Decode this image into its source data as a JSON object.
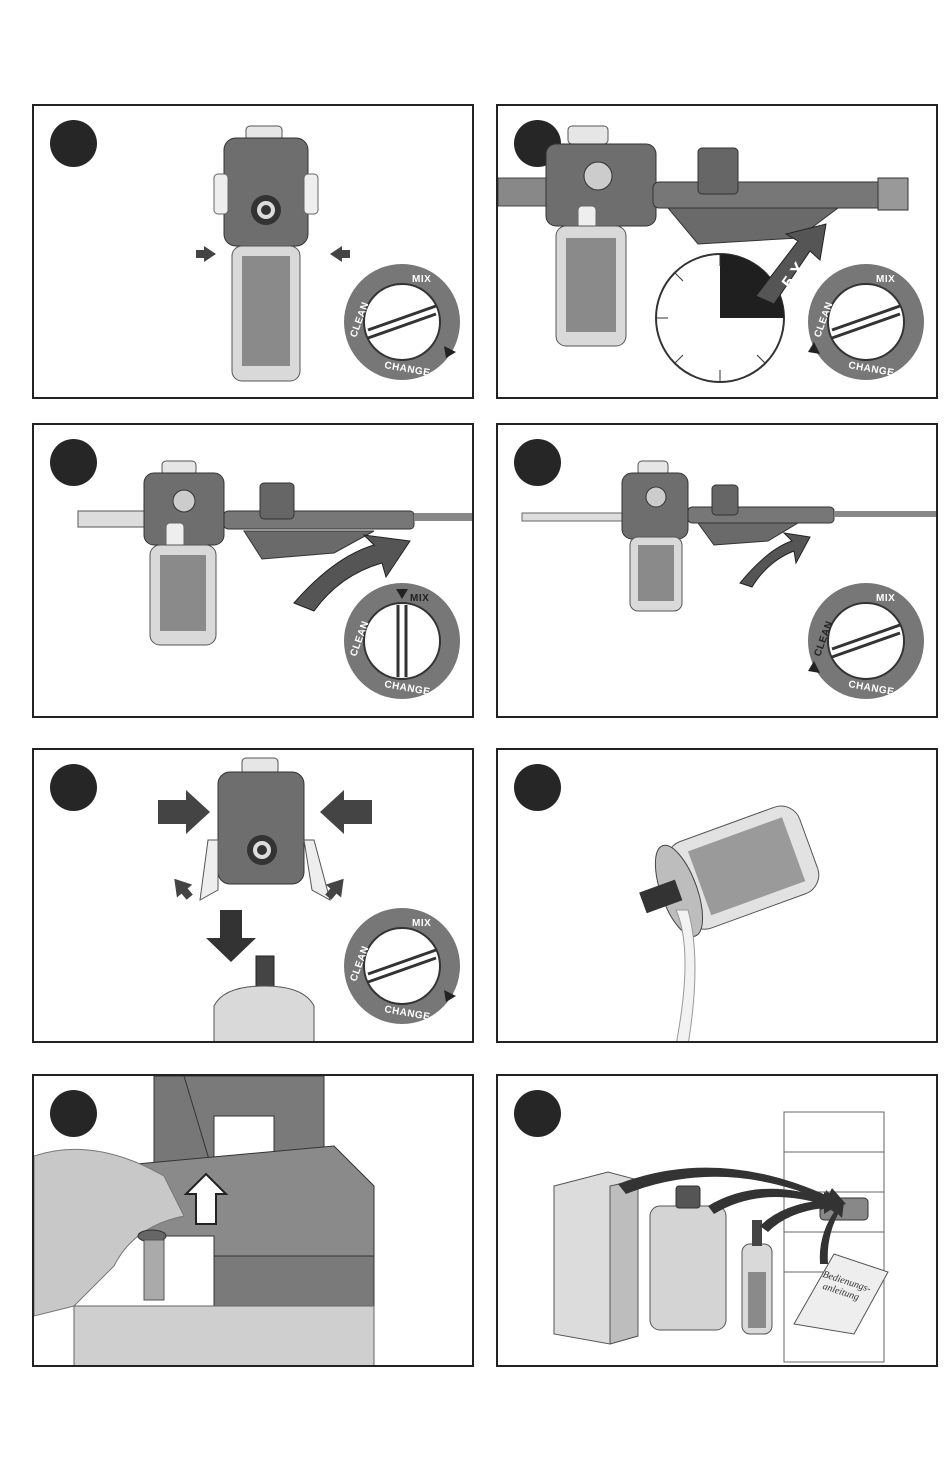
{
  "dial": {
    "mix": "MIX",
    "clean": "CLEAN",
    "change": "CHANGE"
  },
  "step2": {
    "repeat_label": "5 X"
  },
  "step8": {
    "manual_label_line1": "Bedienungs-",
    "manual_label_line2": "anleitung"
  },
  "colors": {
    "outline": "#222222",
    "badge": "#262626",
    "device_dark": "#6e6e6e",
    "device_light": "#d9d9d9"
  },
  "icons": [
    "number-badge",
    "arrow-icon",
    "selector-dial",
    "clock-face-icon"
  ]
}
